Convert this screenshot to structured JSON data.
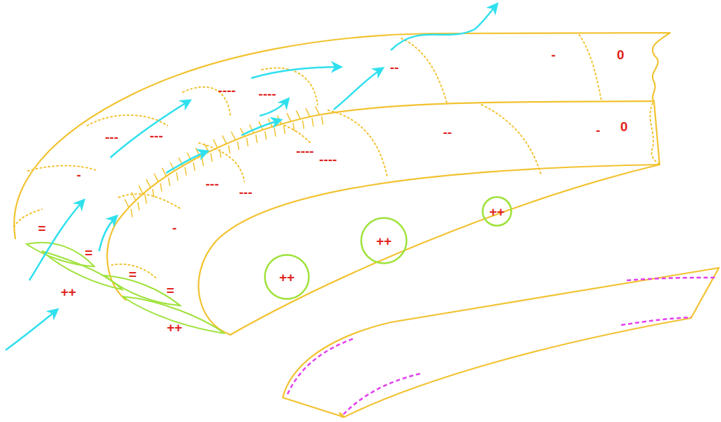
{
  "diagram": {
    "nodes": [
      {
        "text": [
          "++"
        ]
      },
      {
        "text": [
          "++"
        ]
      },
      {
        "text": [
          "++"
        ]
      }
    ],
    "labels": [
      "=",
      "-",
      "---",
      "---",
      "----",
      "----",
      "--",
      "-",
      "0",
      "=",
      "=",
      "=",
      "-",
      "---",
      "---",
      "----",
      "----",
      "--",
      "-",
      "0",
      "++",
      "++"
    ]
  }
}
